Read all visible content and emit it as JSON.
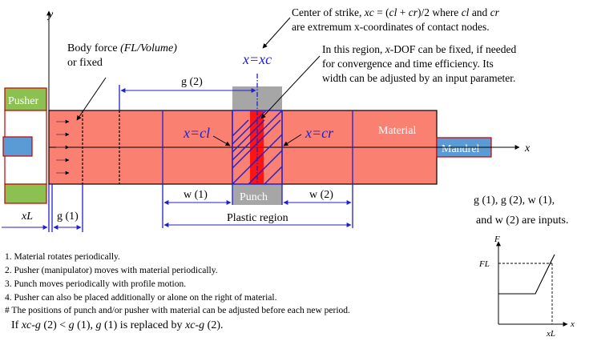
{
  "diagram": {
    "axis_y": "y",
    "axis_x": "x",
    "pusher": "Pusher",
    "mandrel": "Mandrel",
    "material": "Material",
    "punch": "Punch",
    "x_xc": "x=xc",
    "x_cl": "x=cl",
    "x_cr": "x=cr",
    "body_force": {
      "prefix": "Body force ",
      "italic": "(FL/Volume)",
      "line2": "or fixed"
    },
    "g2_top": "g (2)",
    "center_note": {
      "l1_a": "Center of strike, ",
      "l1_b": "xc",
      "l1_c": " = (",
      "l1_d": "cl",
      "l1_e": " + ",
      "l1_f": "cr",
      "l1_g": ")/2 where ",
      "l1_h": "cl",
      "l1_i": " and ",
      "l1_j": "cr",
      "line2": "are extremum x-coordinates of contact nodes."
    },
    "region_note": {
      "l1_a": "In this region, ",
      "l1_b": "x",
      "l1_c": "-DOF can be fixed, if needed",
      "line2": "for convergence and time efficiency. Its",
      "line3": "width can be adjusted by an input parameter."
    },
    "w1": "w (1)",
    "w2": "w (2)",
    "g1": "g (1)",
    "xl": "xL",
    "plastic_region": "Plastic region",
    "inputs_line1": "g (1),  g (2),  w (1),",
    "inputs_line2": "and w (2) are inputs."
  },
  "graph": {
    "y_label": "F",
    "fl_label": "FL",
    "x_label": "x",
    "xl_label": "xL"
  },
  "notes": [
    "1. Material rotates periodically.",
    "2. Pusher (manipulator) moves with material periodically.",
    "3. Punch moves periodically with profile motion.",
    "4. Pusher can also be placed additionally or alone on the right of material.",
    "# The positions of punch and/or pusher with material can be adjusted before each new period."
  ],
  "last_note": {
    "a": "If  ",
    "b": "xc-g",
    "c": " (2) < ",
    "d": "g",
    "e": " (1), ",
    "f": "g",
    "g": " (1) is replaced by ",
    "h": "xc-g",
    "i": " (2)."
  },
  "colors": {
    "material": "#fa8072",
    "pusher": "#8cc152",
    "mandrel": "#5b9bd5",
    "punch": "#a6a6a6",
    "blue_line": "#1f1fd1"
  }
}
